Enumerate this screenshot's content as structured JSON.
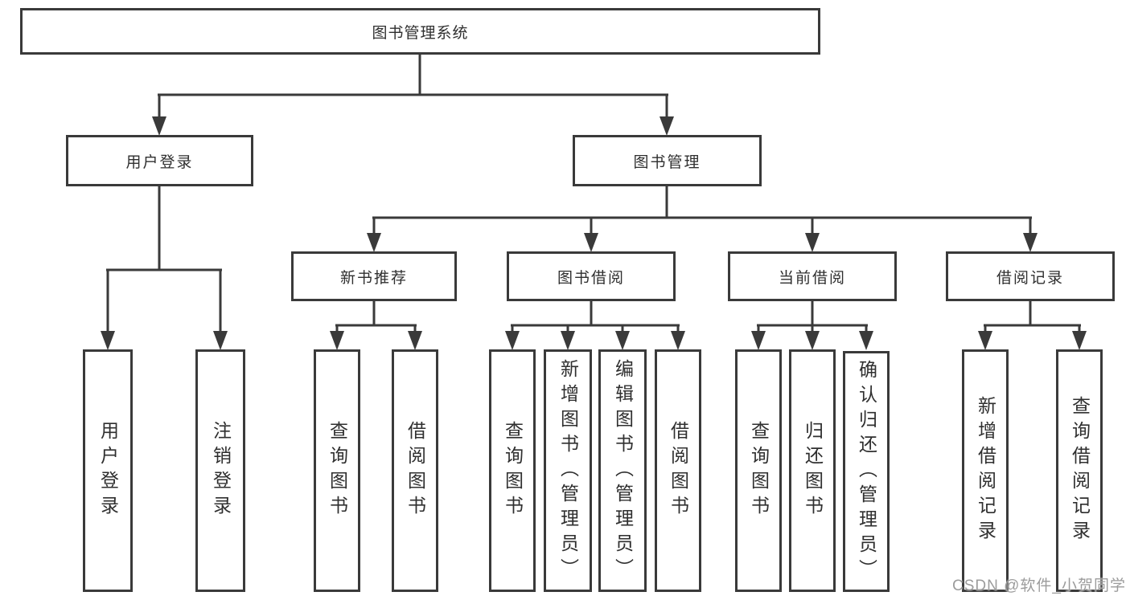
{
  "colors": {
    "line": "#3a3a3a",
    "text": "#2f2f2f",
    "watermark": "#9c9c9c",
    "background": "#ffffff"
  },
  "tree": {
    "root": {
      "label": "图书管理系统"
    },
    "branches": [
      {
        "label": "用户登录",
        "children": [
          "用户登录",
          "注销登录"
        ]
      },
      {
        "label": "图书管理",
        "children": [
          {
            "label": "新书推荐",
            "children": [
              "查询图书",
              "借阅图书"
            ]
          },
          {
            "label": "图书借阅",
            "children": [
              "查询图书",
              "新增图书（管理员）",
              "编辑图书（管理员）",
              "借阅图书"
            ]
          },
          {
            "label": "当前借阅",
            "children": [
              "查询图书",
              "归还图书",
              "确认归还（管理员）"
            ]
          },
          {
            "label": "借阅记录",
            "children": [
              "新增借阅记录",
              "查询借阅记录"
            ]
          }
        ]
      }
    ]
  },
  "watermark": "CSDN @软件_小贺同学"
}
